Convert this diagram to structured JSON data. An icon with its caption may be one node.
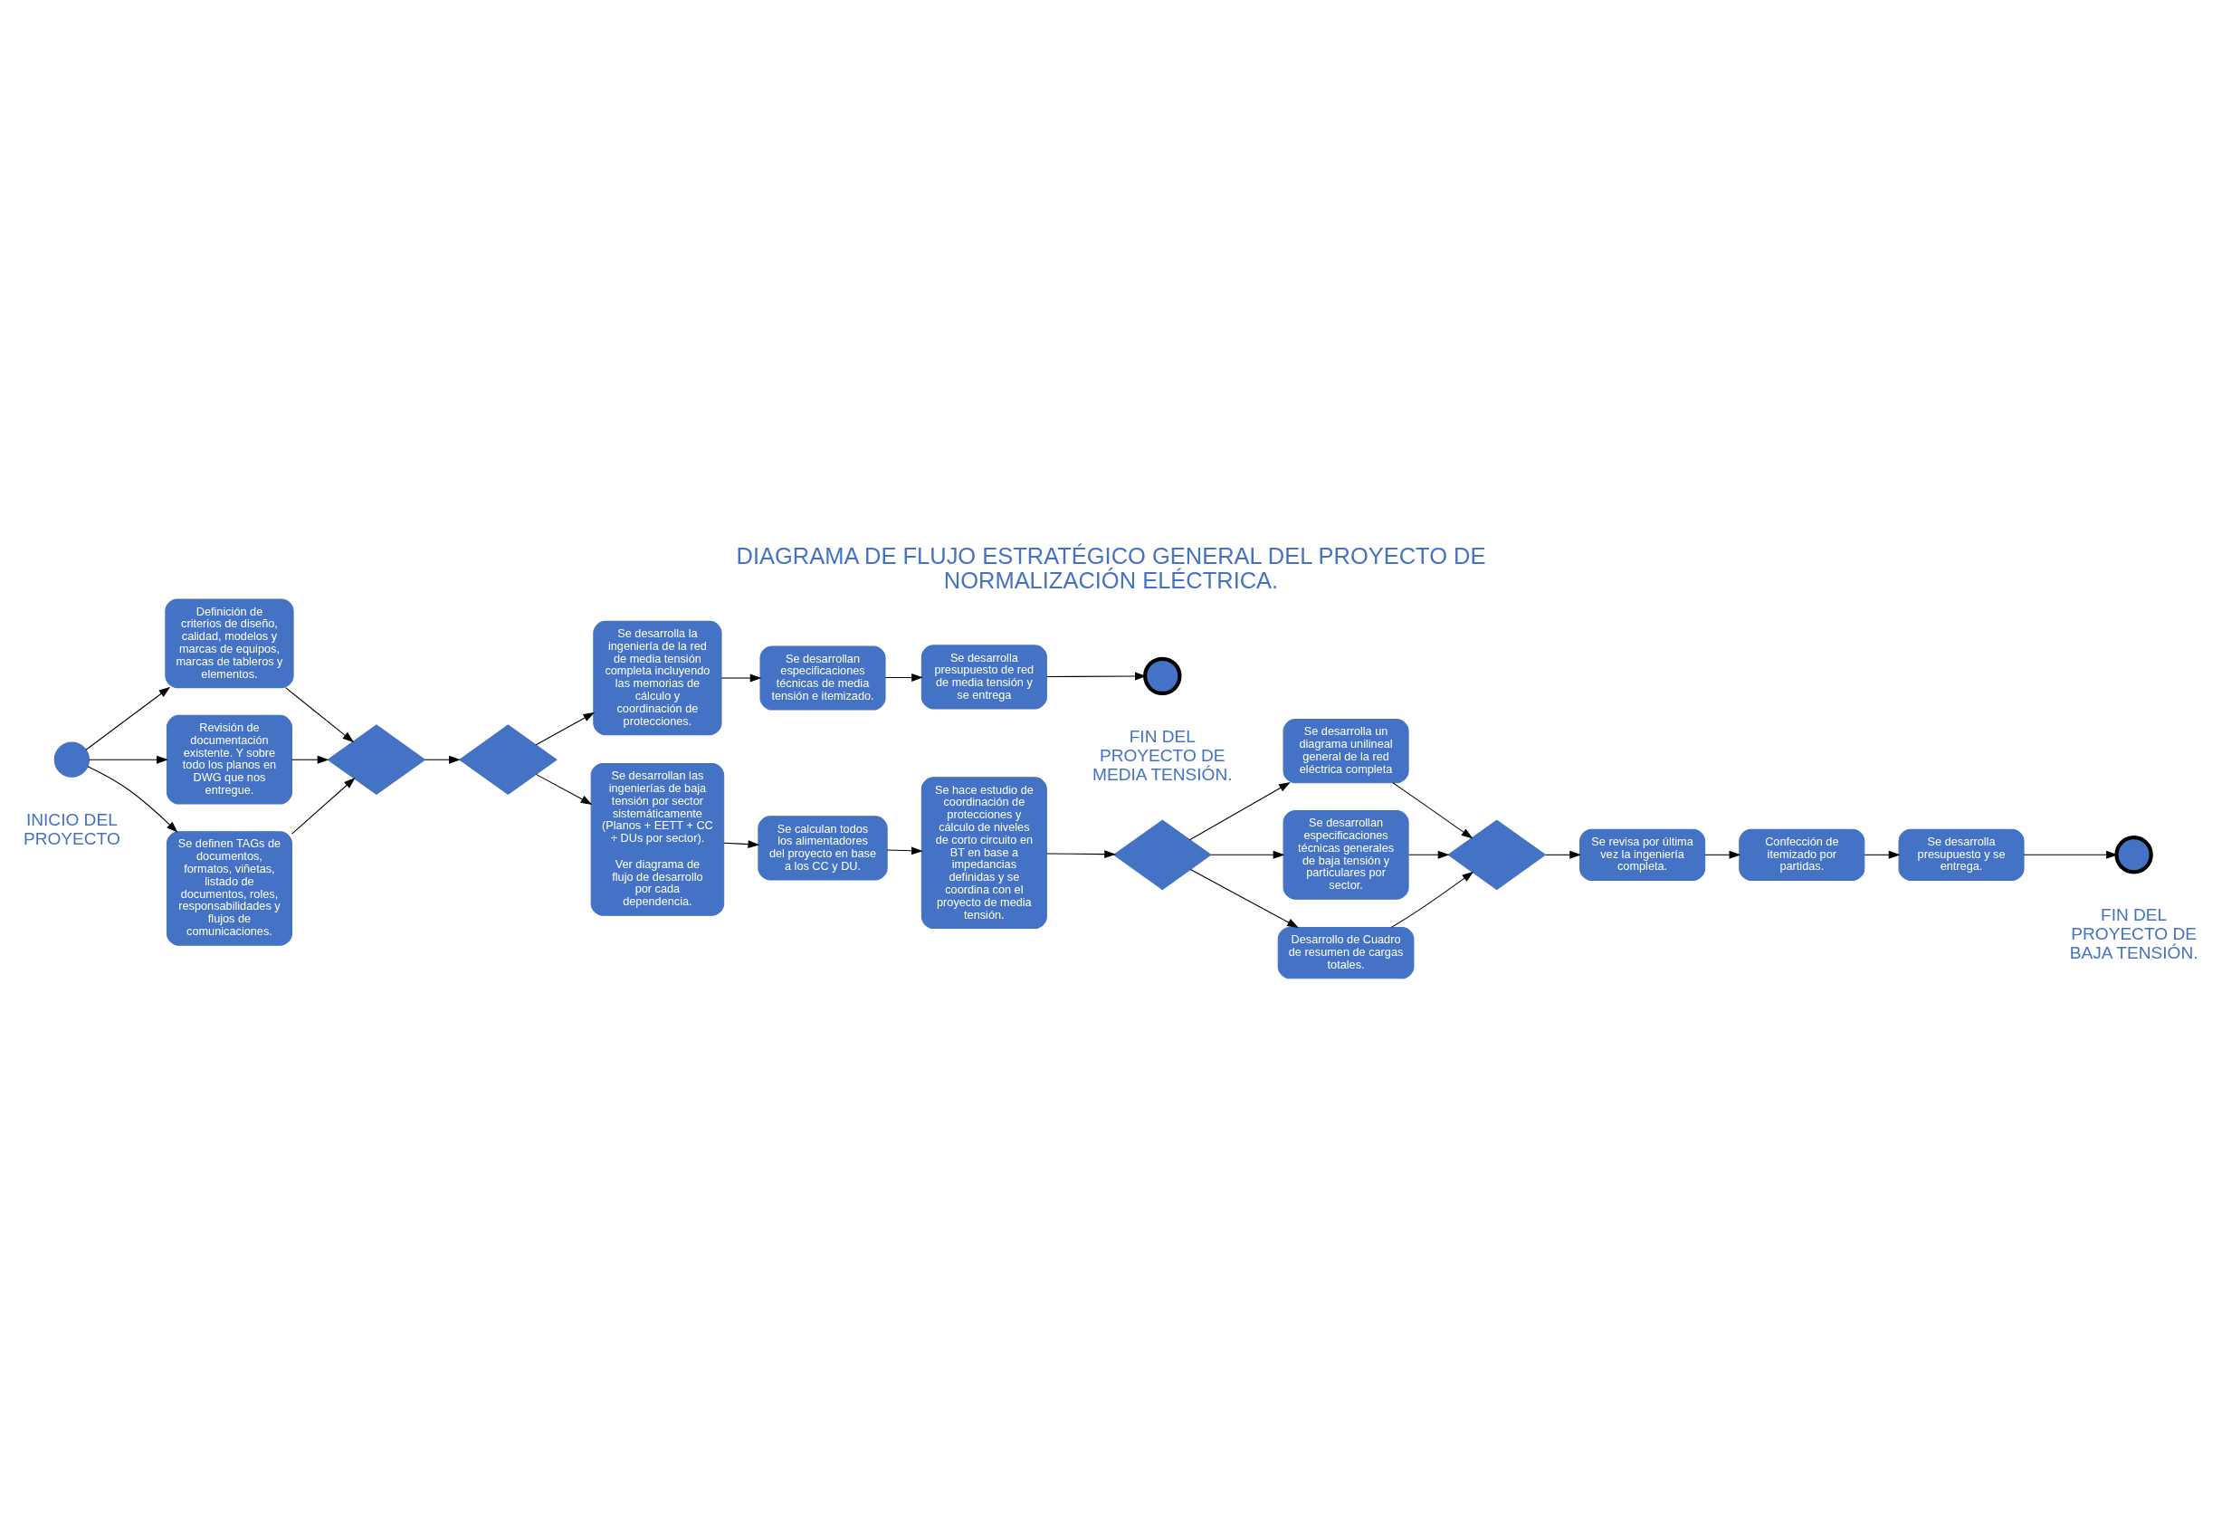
{
  "diagram": {
    "title": "DIAGRAMA DE FLUJO ESTRATÉGICO GENERAL DEL PROYECTO DE NORMALIZACIÓN ELÉCTRICA.",
    "nodes": [
      {
        "text": [],
        "shape": "circle",
        "beside": [
          "INICIO DEL PROYECTO"
        ]
      },
      {
        "text": [
          "Definición de criterios de diseño, calidad, modelos y marcas de equipos, marcas de tableros y elementos."
        ]
      },
      {
        "text": [
          "Revisión de documentación existente. Y sobre todo los planos en DWG que nos entregue."
        ]
      },
      {
        "text": [
          "Se definen TAGs de documentos, formatos, viñetas, listado de documentos, roles, responsabilidades y flujos de comunicaciones."
        ]
      },
      {
        "text": [],
        "shape": "diamond"
      },
      {
        "text": [],
        "shape": "diamond"
      },
      {
        "text": [
          "Se desarrolla la ingeniería de la red de media tensión completa incluyendo las memorias de cálculo y coordinación de protecciones."
        ]
      },
      {
        "text": [
          "Se desarrollan especificaciones técnicas de media tensión e itemizado."
        ]
      },
      {
        "text": [
          "Se desarrolla presupuesto de red de media tensión y se entrega"
        ]
      },
      {
        "text": [],
        "shape": "circle",
        "beside": [
          "FIN DEL PROYECTO DE MEDIA TENSIÓN."
        ]
      },
      {
        "text": [
          "Se desarrollan las ingenierías de baja tensión por sector sistemáticamente (Planos + EETT + CC + DUs por sector).",
          "Ver diagrama de flujo de desarrollo por cada dependencia."
        ]
      },
      {
        "text": [
          "Se calculan todos los alimentadores del proyecto en base a los CC y DU."
        ]
      },
      {
        "text": [
          "Se hace estudio de coordinación de protecciones y cálculo de niveles de corto circuito en BT en base a impedancias definidas y se coordina con el proyecto de media tensión."
        ]
      },
      {
        "text": [],
        "shape": "diamond"
      },
      {
        "text": [
          "Se desarrolla un diagrama unilineal general de la red eléctrica completa"
        ]
      },
      {
        "text": [
          "Se desarrollan especificaciones técnicas generales de baja tensión y particulares por sector."
        ]
      },
      {
        "text": [
          "Desarrollo de Cuadro de resumen de cargas totales."
        ]
      },
      {
        "text": [],
        "shape": "diamond"
      },
      {
        "text": [
          "Se revisa por última vez la ingeniería completa."
        ]
      },
      {
        "text": [
          "Confección de itemizado por partidas."
        ]
      },
      {
        "text": [
          "Se desarrolla presupuesto y se entrega."
        ]
      },
      {
        "text": [],
        "shape": "circle",
        "beside": [
          "FIN DEL PROYECTO DE BAJA TENSIÓN."
        ]
      }
    ],
    "edges": [
      {
        "from": 0,
        "to": 1,
        "arrow": "to"
      },
      {
        "from": 0,
        "to": 2,
        "arrow": "to"
      },
      {
        "from": 0,
        "to": 3,
        "arrow": "to"
      },
      {
        "from": 1,
        "to": 4,
        "arrow": "to"
      },
      {
        "from": 2,
        "to": 4,
        "arrow": "to"
      },
      {
        "from": 3,
        "to": 4,
        "arrow": "to"
      },
      {
        "from": 4,
        "to": 5,
        "arrow": "to"
      },
      {
        "from": 5,
        "to": 6,
        "arrow": "to"
      },
      {
        "from": 5,
        "to": 10,
        "arrow": "to"
      },
      {
        "from": 6,
        "to": 7,
        "arrow": "to"
      },
      {
        "from": 7,
        "to": 8,
        "arrow": "to"
      },
      {
        "from": 8,
        "to": 9,
        "arrow": "to"
      },
      {
        "from": 10,
        "to": 11,
        "arrow": "to"
      },
      {
        "from": 11,
        "to": 12,
        "arrow": "to"
      },
      {
        "from": 12,
        "to": 13,
        "arrow": "to"
      },
      {
        "from": 13,
        "to": 14,
        "arrow": "to"
      },
      {
        "from": 13,
        "to": 15,
        "arrow": "to"
      },
      {
        "from": 13,
        "to": 16,
        "arrow": "to"
      },
      {
        "from": 14,
        "to": 17,
        "arrow": "to"
      },
      {
        "from": 15,
        "to": 17,
        "arrow": "to"
      },
      {
        "from": 16,
        "to": 17,
        "arrow": "to"
      },
      {
        "from": 17,
        "to": 18,
        "arrow": "to"
      },
      {
        "from": 18,
        "to": 19,
        "arrow": "to"
      },
      {
        "from": 19,
        "to": 20,
        "arrow": "to"
      },
      {
        "from": 20,
        "to": 21,
        "arrow": "to"
      }
    ]
  }
}
